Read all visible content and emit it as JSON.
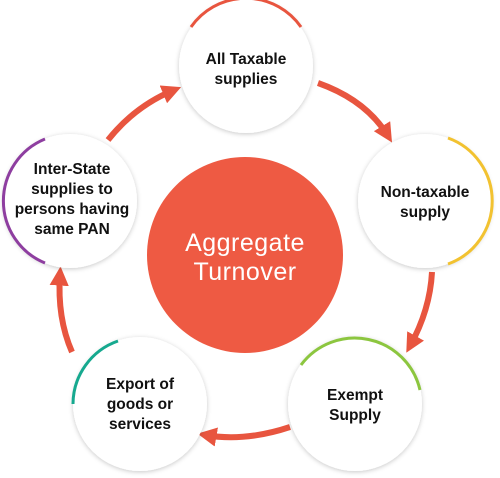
{
  "center": {
    "line1": "Aggregate",
    "line2": "Turnover"
  },
  "nodes": [
    {
      "line1": "All  Taxable",
      "line2": "supplies"
    },
    {
      "line1": "Non-taxable",
      "line2": "supply"
    },
    {
      "line1": "Exempt",
      "line2": "Supply"
    },
    {
      "line1": "Export of",
      "line2": "goods or",
      "line3": "services"
    },
    {
      "line1": "Inter-State",
      "line2": "supplies to",
      "line3": "persons having",
      "line4": "same PAN"
    }
  ],
  "colors": {
    "center_fill": "#ee5a43",
    "arrow": "#e8553f",
    "node_all_taxable": "#e8553f",
    "node_non_taxable": "#f2c230",
    "node_exempt": "#8cc63f",
    "node_export": "#16a98f",
    "node_interstate": "#8e3ea0"
  }
}
